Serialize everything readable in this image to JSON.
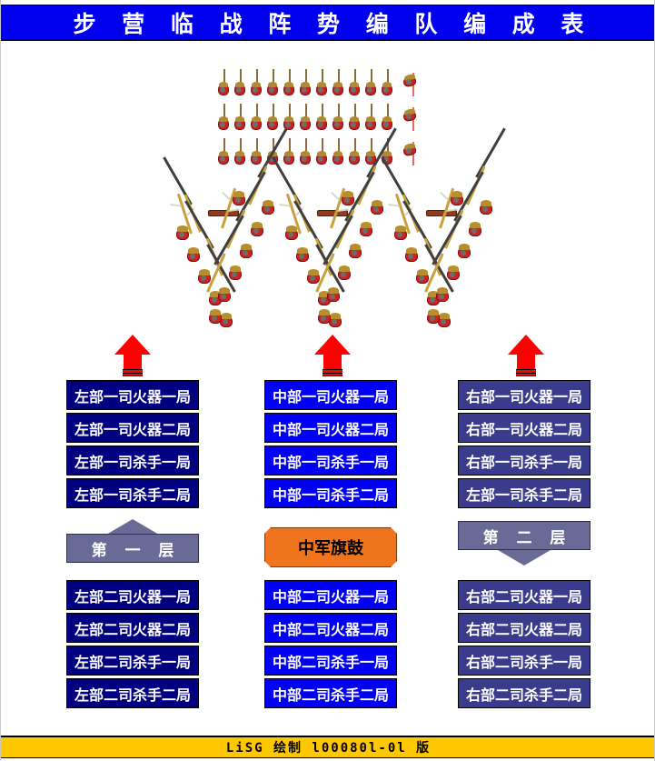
{
  "header": {
    "title": "步 营 临 战 阵 势 编 队 编 成 表",
    "bg_color": "#0000ee",
    "text_color": "#ffffff"
  },
  "footer": {
    "credit": "LiSG 绘制 l00080l-0l 版",
    "bg_color": "#fdc800",
    "text_color": "#000000"
  },
  "colors": {
    "left_column": "#000080",
    "mid_column": "#0000f5",
    "right_column": "#3b3b8e",
    "layer_label": "#6a6a96",
    "command": "#f0741e",
    "arrow": "#ff0000"
  },
  "formation": {
    "archer_rows": [
      {
        "name": "archer-row-1",
        "count": 11,
        "leader": true
      },
      {
        "name": "archer-row-2",
        "count": 11,
        "leader": true
      },
      {
        "name": "archer-row-3",
        "count": 11,
        "leader": true
      }
    ],
    "v_groups": [
      {
        "name": "v-formation-left"
      },
      {
        "name": "v-formation-center"
      },
      {
        "name": "v-formation-right"
      }
    ],
    "arrows": [
      {
        "name": "arrow-left",
        "direction": "up"
      },
      {
        "name": "arrow-center",
        "direction": "up"
      },
      {
        "name": "arrow-right",
        "direction": "up"
      }
    ]
  },
  "layer_one": {
    "left": [
      "左部一司火器一局",
      "左部一司火器二局",
      "左部一司杀手一局",
      "左部一司杀手二局"
    ],
    "mid": [
      "中部一司火器一局",
      "中部一司火器二局",
      "中部一司杀手一局",
      "中部一司杀手二局"
    ],
    "right": [
      "右部一司火器一局",
      "右部一司火器二局",
      "右部一司杀手一局",
      "左部一司杀手二局"
    ]
  },
  "layer_two": {
    "left": [
      "左部二司火器一局",
      "左部二司火器二局",
      "左部二司杀手一局",
      "左部二司杀手二局"
    ],
    "mid": [
      "中部二司火器一局",
      "中部二司火器二局",
      "中部二司杀手一局",
      "中部二司杀手二局"
    ],
    "right": [
      "右部二司火器一局",
      "右部二司火器二局",
      "右部二司杀手一局",
      "右部二司杀手二局"
    ]
  },
  "band": {
    "layer_one_label": "第 一 层",
    "command_label": "中军旗鼓",
    "layer_two_label": "第 二 层"
  }
}
